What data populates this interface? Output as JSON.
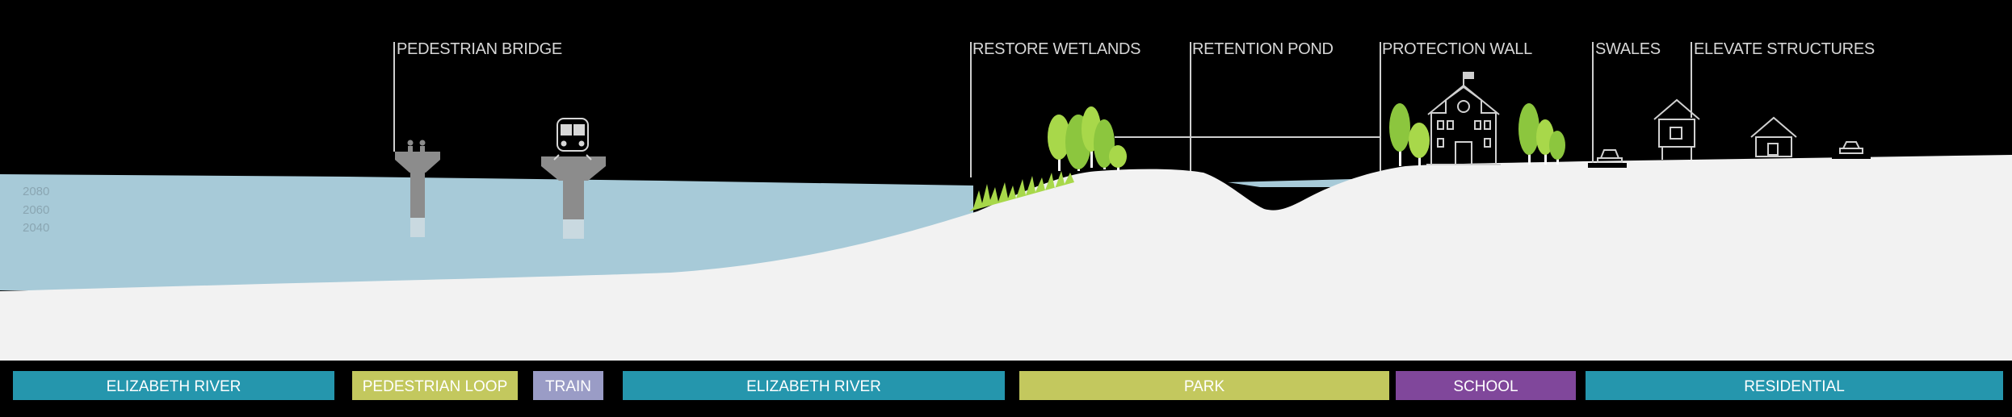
{
  "callouts": {
    "pedestrian_bridge": "PEDESTRIAN BRIDGE",
    "restore_wetlands": "RESTORE WETLANDS",
    "retention_pond": "RETENTION POND",
    "protection_wall": "PROTECTION WALL",
    "swales": "SWALES",
    "elevate_structures": "ELEVATE STRUCTURES"
  },
  "water_levels": [
    "2080",
    "2060",
    "2040"
  ],
  "legend": [
    {
      "label": "ELIZABETH RIVER",
      "color": "#2596ad"
    },
    {
      "label": "PEDESTRIAN LOOP",
      "color": "#c3c85e"
    },
    {
      "label": "TRAIN",
      "color": "#9a9cc6"
    },
    {
      "label": "ELIZABETH RIVER",
      "color": "#2596ad"
    },
    {
      "label": "PARK",
      "color": "#c3c85e"
    },
    {
      "label": "SCHOOL",
      "color": "#80479b"
    },
    {
      "label": "RESIDENTIAL",
      "color": "#2596ad"
    }
  ],
  "colors": {
    "background": "#000000",
    "water": "#a7cad8",
    "ground": "#f2f2f2",
    "pier": "#8c8c8c",
    "tree_light": "#a8d84a",
    "tree_mid": "#8cc63e",
    "line": "#cfcfcf"
  },
  "icons": [
    "pedestrians-icon",
    "train-icon",
    "tree-icon",
    "school-icon",
    "house-icon",
    "car-icon",
    "flag-icon",
    "clock-icon"
  ]
}
